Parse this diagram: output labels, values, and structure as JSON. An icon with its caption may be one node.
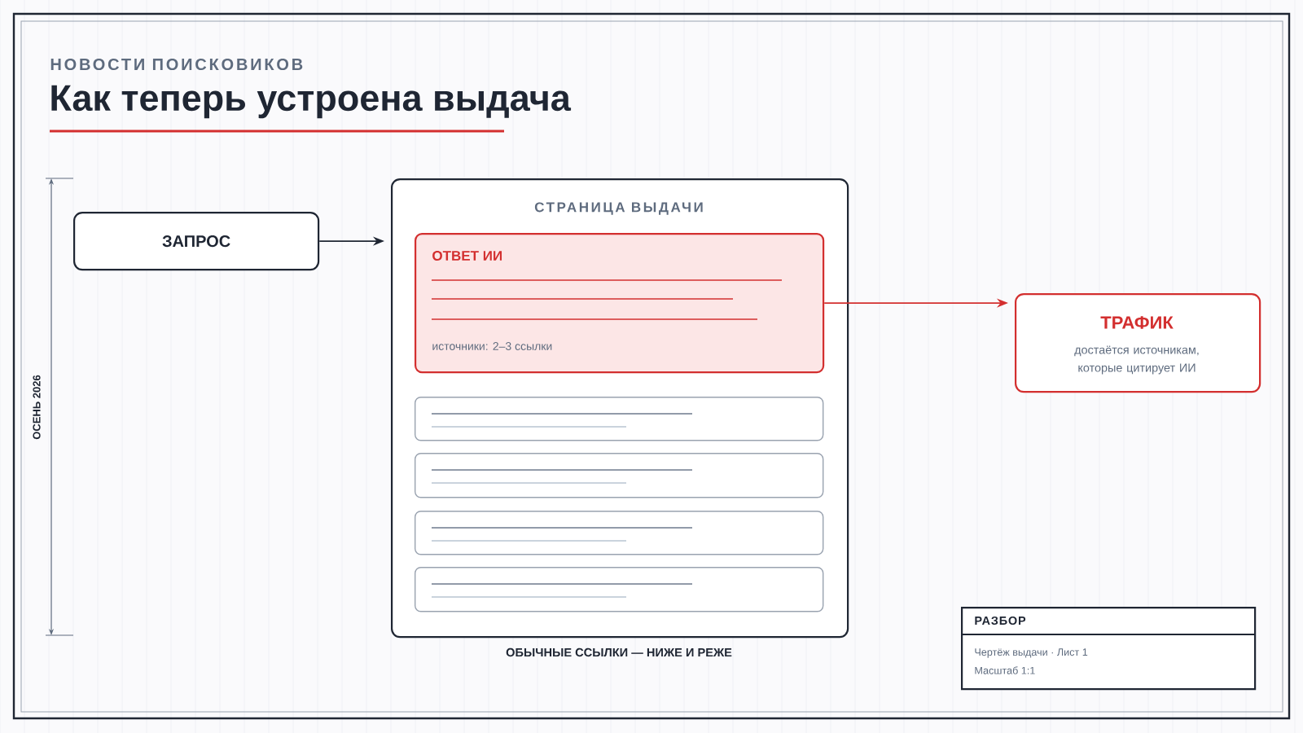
{
  "diagram": {
    "title": "Как теперь устроена выдача",
    "nodes": [
      {
        "text": [
          "ЗАПРОС"
        ]
      },
      {
        "text": [
          "СТРАНИЦА ВЫДАЧИ"
        ]
      },
      {
        "text": [
          "ОТВЕТ ИИ",
          "источники: 2–3 ссылки"
        ],
        "in": 1
      },
      {
        "text": [],
        "shape": "box",
        "in": 1
      },
      {
        "text": [],
        "shape": "box",
        "in": 1
      },
      {
        "text": [],
        "shape": "box",
        "in": 1
      },
      {
        "text": [],
        "shape": "box",
        "in": 1
      },
      {
        "text": [
          "ТРАФИК",
          "достаётся источникам, которые цитирует ИИ"
        ]
      },
      {
        "text": [
          "РАЗБОР",
          "Чертёж выдачи · Лист 1",
          "Масштаб 1:1"
        ]
      }
    ],
    "edges": [
      {
        "from": 0,
        "to": 1,
        "arrow": "to"
      },
      {
        "from": 2,
        "to": 7,
        "arrow": "to",
        "color": "#d32f2f"
      }
    ],
    "labels": [
      "НОВОСТИ ПОИСКОВИКОВ",
      "ОСЕНЬ 2026",
      "ОБЫЧНЫЕ ССЫЛКИ — НИЖЕ И РЕЖЕ"
    ]
  }
}
